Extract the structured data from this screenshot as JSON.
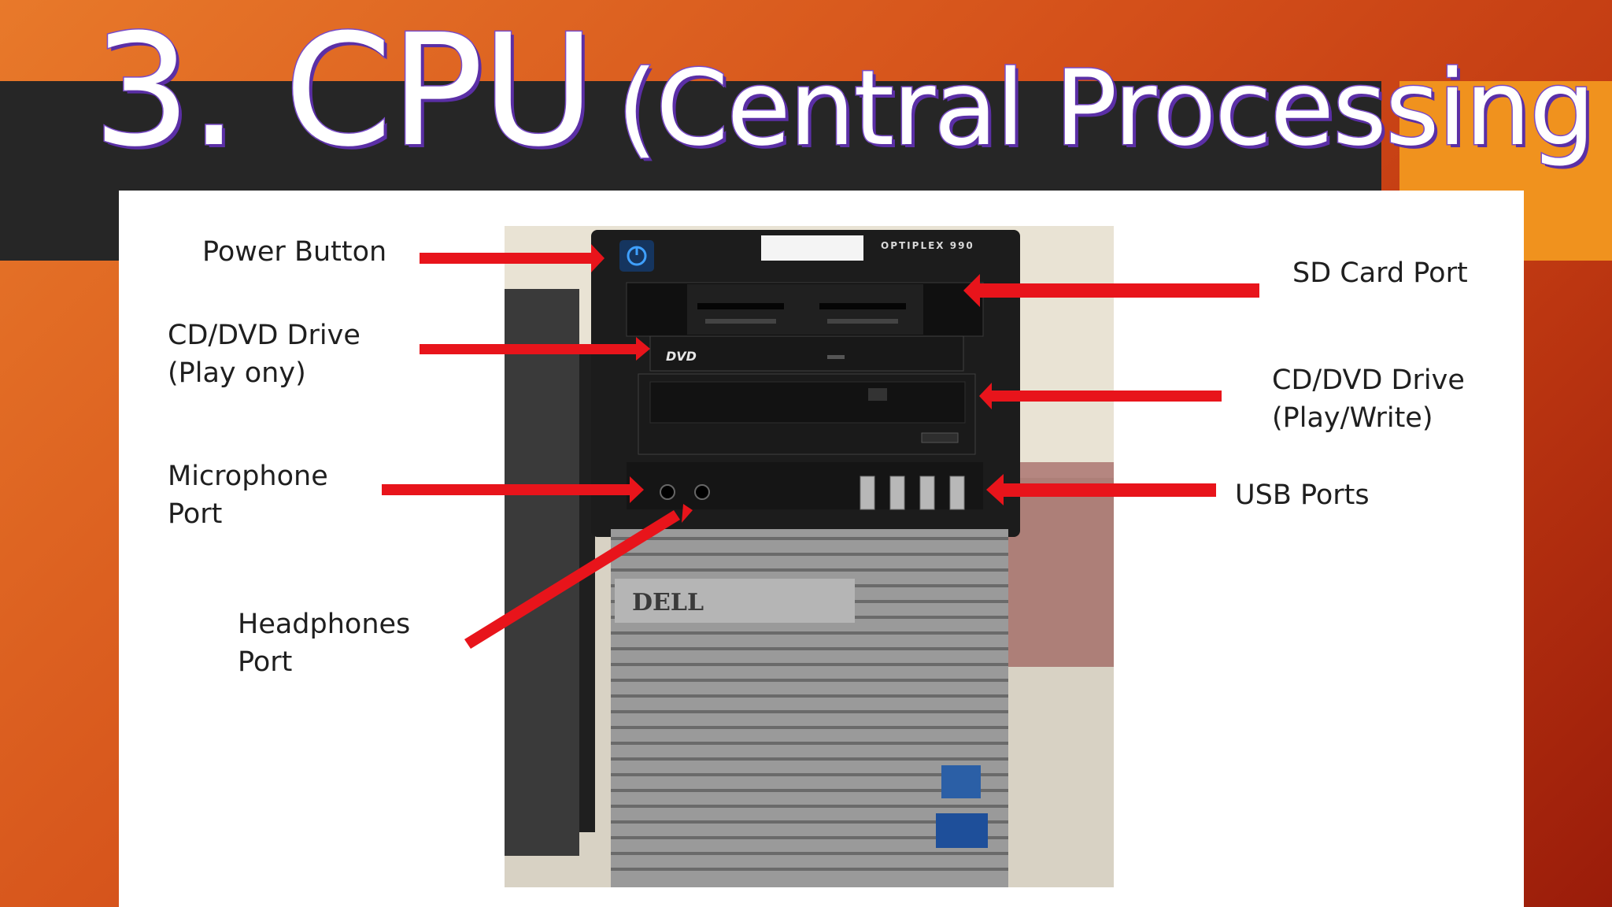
{
  "slide": {
    "title_number": "3. CPU",
    "title_rest": "(Central Processing"
  },
  "labels": {
    "power_button": "Power Button",
    "cd_dvd_play_line1": "CD/DVD Drive",
    "cd_dvd_play_line2": "(Play ony)",
    "microphone_line1": "Microphone",
    "microphone_line2": "Port",
    "headphones_line1": "Headphones",
    "headphones_line2": "Port",
    "sd_card": "SD Card Port",
    "cd_dvd_write_line1": "CD/DVD Drive",
    "cd_dvd_write_line2": "(Play/Write)",
    "usb_ports": "USB Ports"
  },
  "photo_text": {
    "brand_dell": "DELL",
    "model": "OPTIPLEX 990",
    "dvd_logo": "DVD"
  },
  "colors": {
    "arrow": "#e8141b",
    "title_outline": "#7a4cc8",
    "dark_bar": "#262626",
    "accent_box": "#f0921e"
  }
}
